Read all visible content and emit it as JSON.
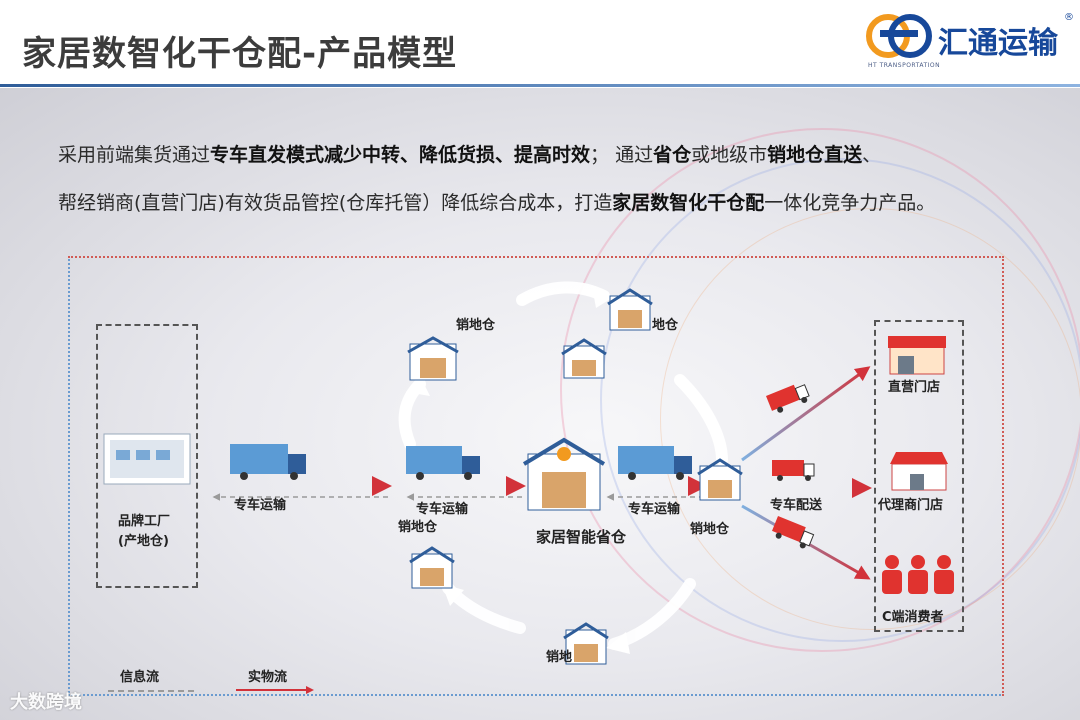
{
  "title": "家居数智化干仓配-产品模型",
  "logo": {
    "name": "汇通运输",
    "sub": "HT  TRANSPORTATION",
    "reg": "®",
    "mark": "HT-circle-logo"
  },
  "intro": {
    "line1": [
      {
        "t": "采用前端集货通过",
        "b": false
      },
      {
        "t": "专车直发模式减少中转、降低货损、提高时效",
        "b": true
      },
      {
        "t": "；  通过",
        "b": false
      },
      {
        "t": "省仓",
        "b": true
      },
      {
        "t": "或地级市",
        "b": false
      },
      {
        "t": "销地仓直送",
        "b": true
      },
      {
        "t": "、",
        "b": false
      }
    ],
    "line2": [
      {
        "t": "帮经销商(直营门店)有效货品管控(仓库托管）降低综合成本，打造",
        "b": false
      },
      {
        "t": "家居数智化干仓配",
        "b": true
      },
      {
        "t": "一体化竞争力产品。",
        "b": false
      }
    ]
  },
  "diagram": {
    "factory_label_1": "品牌工厂",
    "factory_label_2": "(产地仓)",
    "transport_1": "专车运输",
    "transport_2": "专车运输",
    "transport_3": "专车运输",
    "delivery": "专车配送",
    "hub": "家居智能省仓",
    "local_top": "销地仓",
    "local_top_right": "地仓",
    "local_left": "销地仓",
    "local_right": "销地仓",
    "local_bottom": "销地",
    "store_direct": "直营门店",
    "store_agent": "代理商门店",
    "consumer": "C端消费者"
  },
  "legend": {
    "info": "信息流",
    "physical": "实物流"
  },
  "watermark": "大数跨境",
  "colors": {
    "accent_blue": "#2f5d99",
    "arrow_red": "#d2323a",
    "arrow_blue": "#6a9bd0",
    "logo_orange": "#f29a1f",
    "logo_blue": "#17489a"
  }
}
